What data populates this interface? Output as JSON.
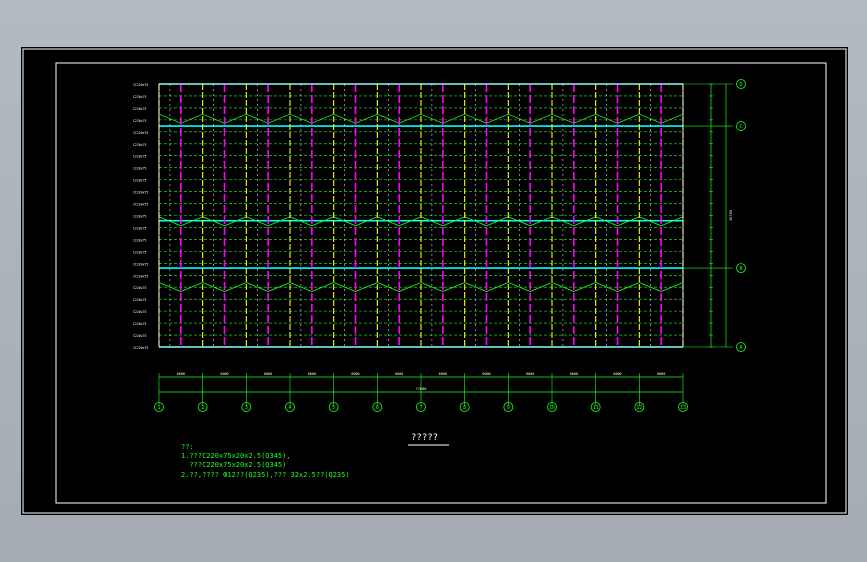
{
  "drawing": {
    "title": "?????",
    "notes": [
      "??:",
      "1.???C220x75x20x2.5(Q345),",
      "  ???C220x75x20x2.5(Q345)",
      "2.??,???? Ф12??(Q235),??? 32x2.5??(Q235)"
    ],
    "total_dimension": "77000",
    "right_total_dimension": "36700"
  },
  "grid_columns": [
    "1",
    "2",
    "3",
    "4",
    "5",
    "6",
    "7",
    "8",
    "9",
    "10",
    "11",
    "12",
    "13"
  ],
  "grid_rows": [
    "D",
    "C",
    "B",
    "A"
  ],
  "purlin_labels": [
    "2C220x75",
    "C220x75",
    "C220x75",
    "C220x75",
    "2C220x75",
    "C220x75",
    "C220x75",
    "C220x75",
    "C220x75",
    "2C220x75",
    "2C220x75",
    "C220x75",
    "C220x75",
    "C220x75",
    "C220x75",
    "2C220x75",
    "2C220x75",
    "C220x75",
    "C220x75",
    "C220x75",
    "C220x75",
    "C220x75",
    "2C220x75"
  ],
  "bay_dimensions": [
    "6000",
    "6000",
    "6000",
    "6000",
    "6000",
    "6000",
    "6000",
    "6000",
    "6000",
    "6000",
    "6000",
    "6000"
  ],
  "colors": {
    "frame": "#ffffff",
    "purlin": "#19ff19",
    "column": "#ffff00",
    "rafter": "#ff00ff",
    "axis": "#00ffff",
    "note": "#19ff19"
  }
}
